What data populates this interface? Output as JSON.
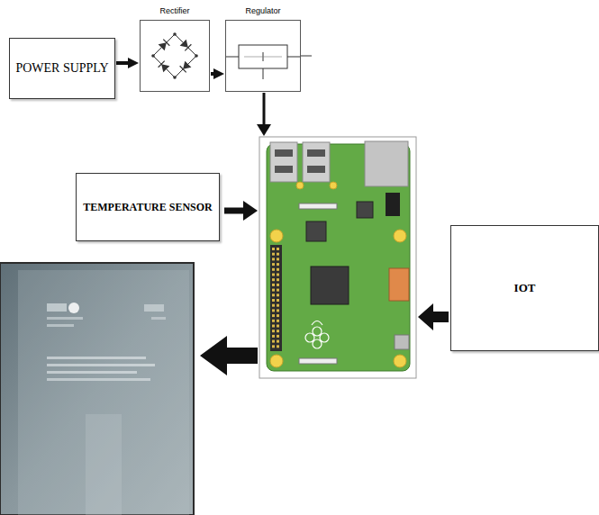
{
  "diagram": {
    "nodes": [
      {
        "text": [
          "POWER SUPPLY"
        ]
      },
      {
        "text": [
          "Rectifier"
        ]
      },
      {
        "text": [
          "Regulator"
        ]
      },
      {
        "text": [
          "TEMPERATURE SENSOR"
        ]
      },
      {
        "text": [
          "IOT"
        ]
      }
    ],
    "edges": [
      {
        "from": 0,
        "to": 1,
        "arrow": "to"
      },
      {
        "from": 1,
        "to": 2,
        "arrow": "to"
      }
    ]
  }
}
